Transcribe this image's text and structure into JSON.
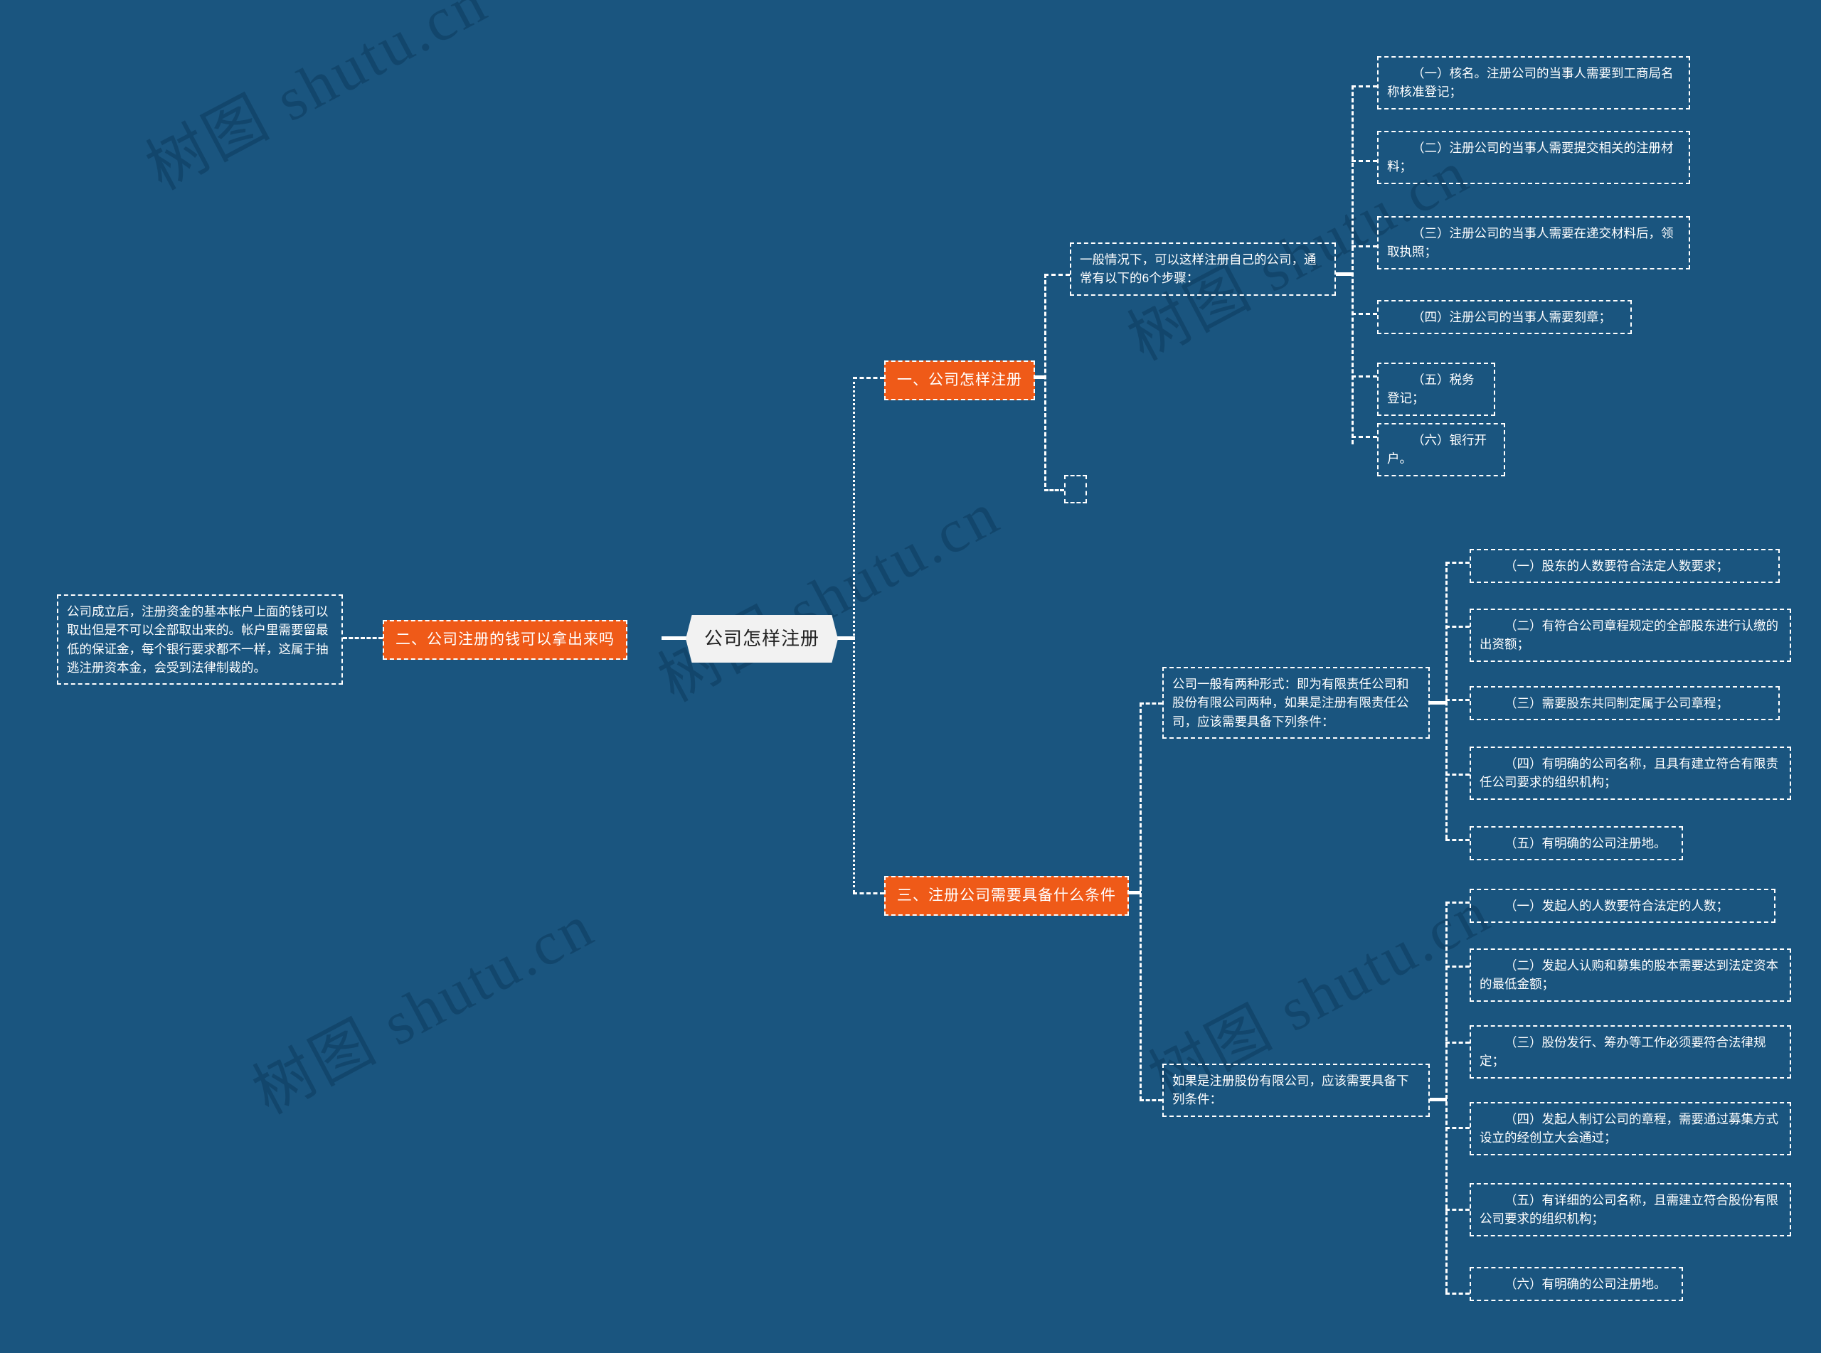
{
  "canvas": {
    "background_color": "#1a557f",
    "accent_color": "#ef5a18",
    "line_color": "#ffffff",
    "watermark_text": "树图 shutu.cn"
  },
  "root": {
    "label": "公司怎样注册"
  },
  "branches": [
    {
      "id": "branch-1",
      "label": "一、公司怎样注册",
      "intro": "一般情况下，可以这样注册自己的公司，通常有以下的6个步骤：",
      "steps": [
        "（一）核名。注册公司的当事人需要到工商局名称核准登记；",
        "（二）注册公司的当事人需要提交相关的注册材料；",
        "（三）注册公司的当事人需要在递交材料后，领取执照；",
        "（四）注册公司的当事人需要刻章；",
        "（五）税务登记；",
        "（六）银行开户。"
      ],
      "empty_placeholder": ""
    },
    {
      "id": "branch-2",
      "label": "二、公司注册的钱可以拿出来吗",
      "note": "公司成立后，注册资金的基本帐户上面的钱可以取出但是不可以全部取出来的。帐户里需要留最低的保证金，每个银行要求都不一样，这属于抽逃注册资本金，会受到法律制裁的。"
    },
    {
      "id": "branch-3",
      "label": "三、注册公司需要具备什么条件",
      "groups": [
        {
          "intro": "公司一般有两种形式：即为有限责任公司和股份有限公司两种，如果是注册有限责任公司，应该需要具备下列条件：",
          "items": [
            "（一）股东的人数要符合法定人数要求；",
            "（二）有符合公司章程规定的全部股东进行认缴的出资额；",
            "（三）需要股东共同制定属于公司章程；",
            "（四）有明确的公司名称，且具有建立符合有限责任公司要求的组织机构；",
            "（五）有明确的公司注册地。"
          ]
        },
        {
          "intro": "如果是注册股份有限公司，应该需要具备下列条件：",
          "items": [
            "（一）发起人的人数要符合法定的人数；",
            "（二）发起人认购和募集的股本需要达到法定资本的最低金额；",
            "（三）股份发行、筹办等工作必须要符合法律规定；",
            "（四）发起人制订公司的章程，需要通过募集方式设立的经创立大会通过；",
            "（五）有详细的公司名称，且需建立符合股份有限公司要求的组织机构；",
            "（六）有明确的公司注册地。"
          ]
        }
      ]
    }
  ]
}
